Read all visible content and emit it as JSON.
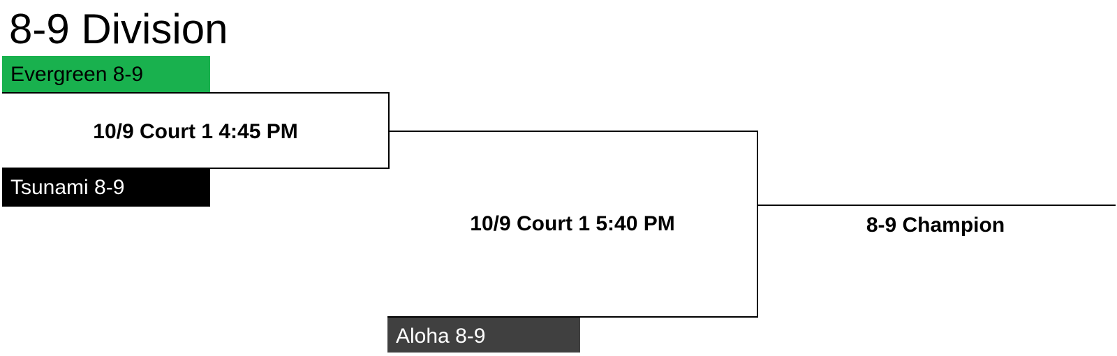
{
  "division": {
    "title": "8-9 Division"
  },
  "teams": {
    "evergreen": {
      "name": "Evergreen 8-9",
      "bg": "#19B14E",
      "fg": "#000000"
    },
    "tsunami": {
      "name": "Tsunami 8-9",
      "bg": "#000000",
      "fg": "#FFFFFF"
    },
    "aloha": {
      "name": "Aloha 8-9",
      "bg": "#404040",
      "fg": "#FFFFFF"
    }
  },
  "games": {
    "game1": {
      "label": "10/9 Court 1 4:45 PM"
    },
    "game2": {
      "label": "10/9 Court 1 5:40 PM"
    }
  },
  "champion": {
    "label": "8-9 Champion"
  }
}
